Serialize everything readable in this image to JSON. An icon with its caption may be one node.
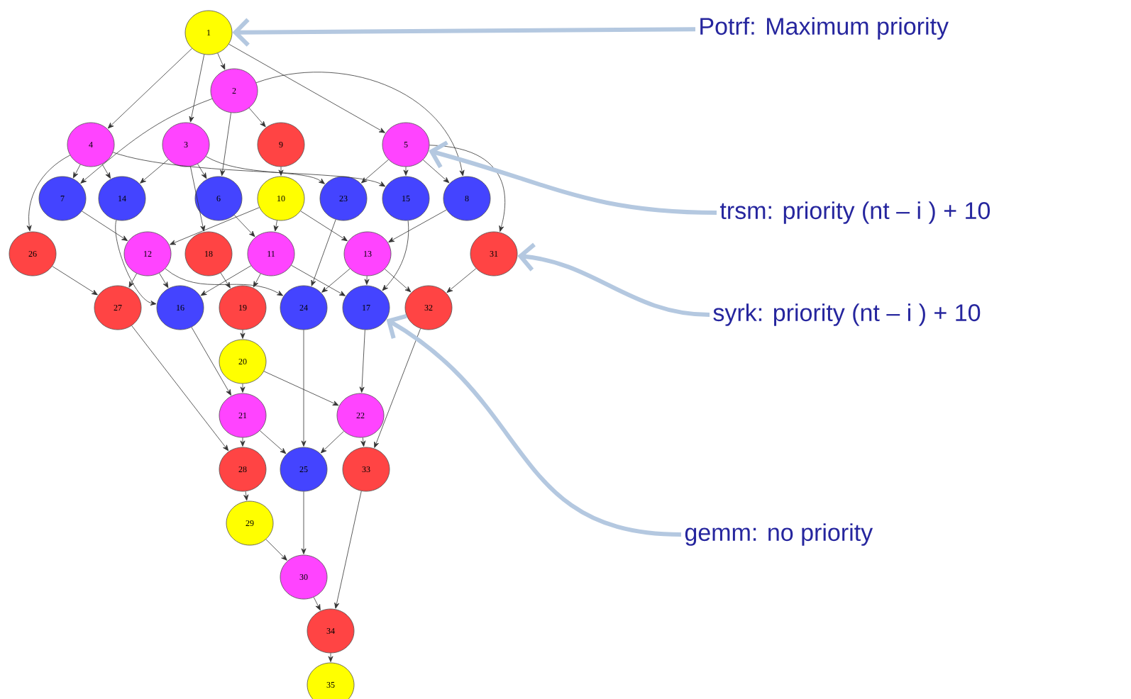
{
  "diagram": {
    "nodes": [
      {
        "text": [
          "1"
        ]
      },
      {
        "text": [
          "2"
        ]
      },
      {
        "text": [
          "4"
        ]
      },
      {
        "text": [
          "3"
        ]
      },
      {
        "text": [
          "9"
        ]
      },
      {
        "text": [
          "5"
        ]
      },
      {
        "text": [
          "7"
        ]
      },
      {
        "text": [
          "14"
        ]
      },
      {
        "text": [
          "6"
        ]
      },
      {
        "text": [
          "10"
        ]
      },
      {
        "text": [
          "23"
        ]
      },
      {
        "text": [
          "15"
        ]
      },
      {
        "text": [
          "8"
        ]
      },
      {
        "text": [
          "26"
        ]
      },
      {
        "text": [
          "12"
        ]
      },
      {
        "text": [
          "18"
        ]
      },
      {
        "text": [
          "11"
        ]
      },
      {
        "text": [
          "13"
        ]
      },
      {
        "text": [
          "31"
        ]
      },
      {
        "text": [
          "27"
        ]
      },
      {
        "text": [
          "16"
        ]
      },
      {
        "text": [
          "19"
        ]
      },
      {
        "text": [
          "24"
        ]
      },
      {
        "text": [
          "17"
        ]
      },
      {
        "text": [
          "32"
        ]
      },
      {
        "text": [
          "20"
        ]
      },
      {
        "text": [
          "21"
        ]
      },
      {
        "text": [
          "22"
        ]
      },
      {
        "text": [
          "28"
        ]
      },
      {
        "text": [
          "25"
        ]
      },
      {
        "text": [
          "33"
        ]
      },
      {
        "text": [
          "29"
        ]
      },
      {
        "text": [
          "30"
        ]
      },
      {
        "text": [
          "34"
        ]
      },
      {
        "text": [
          "35"
        ]
      },
      {
        "text": [
          "Potrf: Maximum priority"
        ]
      },
      {
        "text": [
          "trsm: priority (nt – i ) + 10"
        ]
      },
      {
        "text": [
          "syrk: priority (nt – i ) + 10"
        ]
      },
      {
        "text": [
          "gemm: no priority"
        ]
      }
    ],
    "edges": [
      {
        "from": 0,
        "to": 1,
        "arrow": "to"
      },
      {
        "from": 0,
        "to": 3,
        "arrow": "to"
      },
      {
        "from": 0,
        "to": 2,
        "arrow": "to"
      },
      {
        "from": 0,
        "to": 5,
        "arrow": "to"
      },
      {
        "from": 1,
        "to": 4,
        "arrow": "to"
      },
      {
        "from": 1,
        "to": 8,
        "arrow": "to"
      },
      {
        "from": 1,
        "to": 6,
        "arrow": "to"
      },
      {
        "from": 1,
        "to": 12,
        "arrow": "to"
      },
      {
        "from": 2,
        "to": 6,
        "arrow": "to"
      },
      {
        "from": 2,
        "to": 7,
        "arrow": "to"
      },
      {
        "from": 2,
        "to": 13,
        "arrow": "to"
      },
      {
        "from": 2,
        "to": 11,
        "arrow": "to"
      },
      {
        "from": 3,
        "to": 7,
        "arrow": "to"
      },
      {
        "from": 3,
        "to": 8,
        "arrow": "to"
      },
      {
        "from": 3,
        "to": 15,
        "arrow": "to"
      },
      {
        "from": 3,
        "to": 10,
        "arrow": "to"
      },
      {
        "from": 4,
        "to": 9,
        "arrow": "to"
      },
      {
        "from": 5,
        "to": 10,
        "arrow": "to"
      },
      {
        "from": 5,
        "to": 11,
        "arrow": "to"
      },
      {
        "from": 5,
        "to": 12,
        "arrow": "to"
      },
      {
        "from": 5,
        "to": 18,
        "arrow": "to"
      },
      {
        "from": 6,
        "to": 14,
        "arrow": "to"
      },
      {
        "from": 7,
        "to": 20,
        "arrow": "to"
      },
      {
        "from": 8,
        "to": 16,
        "arrow": "to"
      },
      {
        "from": 9,
        "to": 14,
        "arrow": "to"
      },
      {
        "from": 9,
        "to": 16,
        "arrow": "to"
      },
      {
        "from": 9,
        "to": 17,
        "arrow": "to"
      },
      {
        "from": 10,
        "to": 22,
        "arrow": "to"
      },
      {
        "from": 11,
        "to": 23,
        "arrow": "to"
      },
      {
        "from": 12,
        "to": 17,
        "arrow": "to"
      },
      {
        "from": 13,
        "to": 19,
        "arrow": "to"
      },
      {
        "from": 14,
        "to": 19,
        "arrow": "to"
      },
      {
        "from": 14,
        "to": 20,
        "arrow": "to"
      },
      {
        "from": 14,
        "to": 22,
        "arrow": "to"
      },
      {
        "from": 15,
        "to": 21,
        "arrow": "to"
      },
      {
        "from": 16,
        "to": 20,
        "arrow": "to"
      },
      {
        "from": 16,
        "to": 21,
        "arrow": "to"
      },
      {
        "from": 16,
        "to": 23,
        "arrow": "to"
      },
      {
        "from": 17,
        "to": 22,
        "arrow": "to"
      },
      {
        "from": 17,
        "to": 23,
        "arrow": "to"
      },
      {
        "from": 17,
        "to": 24,
        "arrow": "to"
      },
      {
        "from": 18,
        "to": 24,
        "arrow": "to"
      },
      {
        "from": 21,
        "to": 25,
        "arrow": "to"
      },
      {
        "from": 20,
        "to": 26,
        "arrow": "to"
      },
      {
        "from": 19,
        "to": 28,
        "arrow": "to"
      },
      {
        "from": 22,
        "to": 29,
        "arrow": "to"
      },
      {
        "from": 23,
        "to": 27,
        "arrow": "to"
      },
      {
        "from": 24,
        "to": 30,
        "arrow": "to"
      },
      {
        "from": 25,
        "to": 26,
        "arrow": "to"
      },
      {
        "from": 25,
        "to": 27,
        "arrow": "to"
      },
      {
        "from": 26,
        "to": 28,
        "arrow": "to"
      },
      {
        "from": 26,
        "to": 29,
        "arrow": "to"
      },
      {
        "from": 27,
        "to": 29,
        "arrow": "to"
      },
      {
        "from": 27,
        "to": 30,
        "arrow": "to"
      },
      {
        "from": 28,
        "to": 31,
        "arrow": "to"
      },
      {
        "from": 31,
        "to": 32,
        "arrow": "to"
      },
      {
        "from": 29,
        "to": 32,
        "arrow": "to"
      },
      {
        "from": 32,
        "to": 33,
        "arrow": "to"
      },
      {
        "from": 30,
        "to": 33,
        "arrow": "to"
      },
      {
        "from": 33,
        "to": 34,
        "arrow": "to"
      },
      {
        "from": 35,
        "to": 0,
        "arrow": "to",
        "style": "thick",
        "color": "#b4c8e0"
      },
      {
        "from": 36,
        "to": 5,
        "arrow": "to",
        "style": "thick",
        "color": "#b4c8e0"
      },
      {
        "from": 37,
        "to": 18,
        "arrow": "to",
        "style": "thick",
        "color": "#b4c8e0"
      },
      {
        "from": 38,
        "to": 23,
        "arrow": "to",
        "style": "thick",
        "color": "#b4c8e0"
      }
    ]
  }
}
